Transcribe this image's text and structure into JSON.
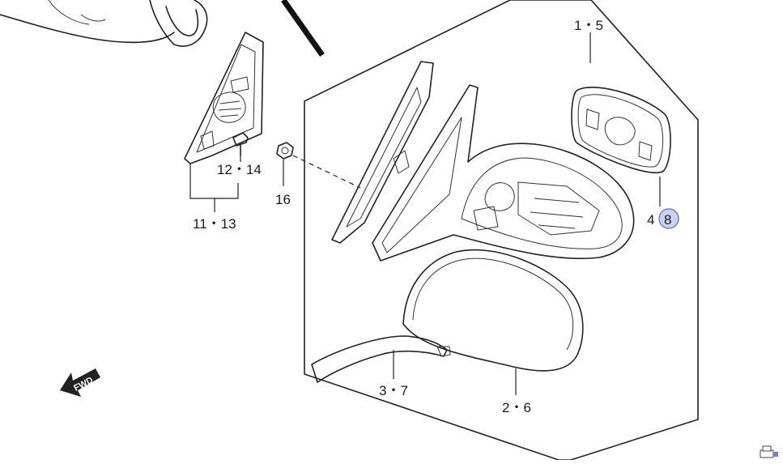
{
  "callouts": {
    "mirror_assembly": "1・5",
    "cover_cap": "2・6",
    "turn_lamp": "3・7",
    "mirror_glass_prefix": "4・",
    "mirror_glass_highlight": "8",
    "garnish": "11・13",
    "clip": "12・14",
    "nut": "16"
  },
  "direction": {
    "fwd_label": "FWD"
  },
  "colors": {
    "highlight_fill": "#c9d2f2",
    "highlight_stroke": "#6d7fd6",
    "line": "#222222"
  },
  "icons": {
    "corner_icon": "printer-icon"
  }
}
